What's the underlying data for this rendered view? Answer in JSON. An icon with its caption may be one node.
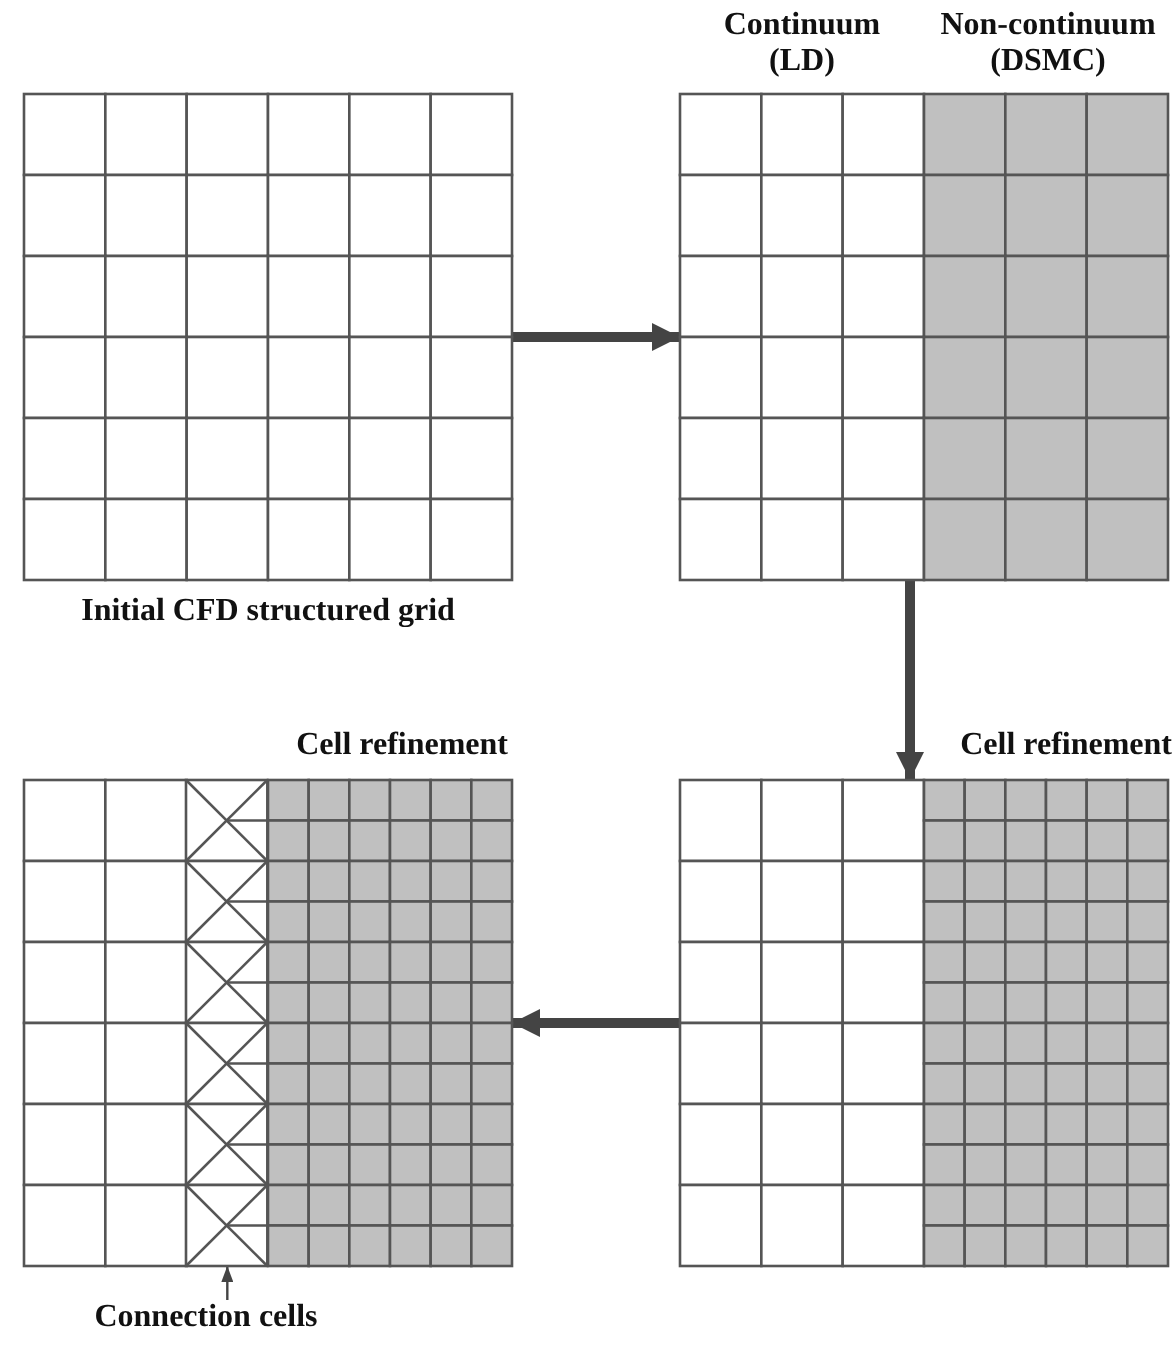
{
  "diagram": {
    "nodes": [
      {
        "text": [
          "Initial CFD structured grid"
        ]
      },
      {
        "text": [
          "Continuum (LD)",
          "Non-continuum (DSMC)"
        ]
      },
      {
        "text": [
          "Cell refinement"
        ]
      },
      {
        "text": [
          "Cell refinement"
        ]
      },
      {
        "text": [
          "Connection cells"
        ]
      },
      {
        "text": [],
        "shape": "box",
        "in": 3
      }
    ],
    "edges": [
      {
        "from": 0,
        "to": 1,
        "arrow": "to"
      },
      {
        "from": 1,
        "to": 2,
        "arrow": "to"
      },
      {
        "from": 2,
        "to": 3,
        "arrow": "to"
      },
      {
        "from": 4,
        "to": 5,
        "arrow": "to"
      }
    ]
  }
}
